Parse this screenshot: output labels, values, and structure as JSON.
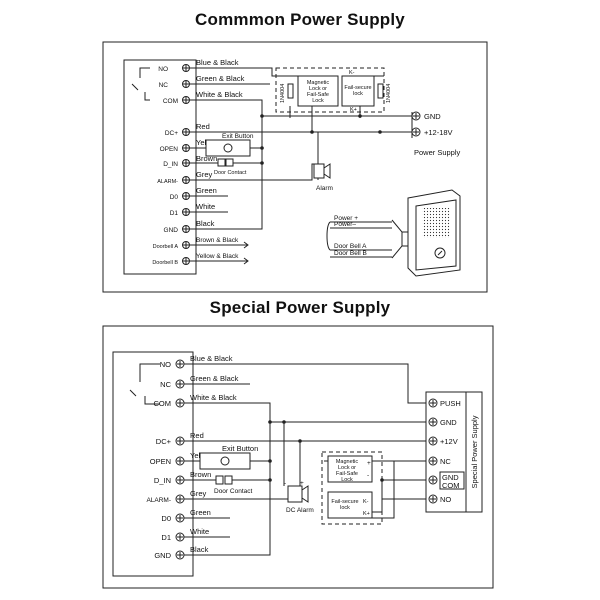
{
  "titles": {
    "common": "Commmon Power Supply",
    "special": "Special Power Supply"
  },
  "terminals": {
    "no": "NO",
    "nc": "NC",
    "com": "COM",
    "dc": "DC+",
    "open": "OPEN",
    "d_in": "D_IN",
    "alarm": "ALARM-",
    "d0": "D0",
    "d1": "D1",
    "gnd": "GND",
    "doorbell_a": "Doorbell A",
    "doorbell_b": "Doorbell B"
  },
  "wires": {
    "blue_black": "Blue & Black",
    "green_black": "Green & Black",
    "white_black": "White & Black",
    "red": "Red",
    "yellow": "Yellow",
    "brown": "Brown",
    "grey": "Grey",
    "green": "Green",
    "white": "White",
    "black": "Black",
    "brown_black": "Brown & Black",
    "yellow_black": "Yellow & Black"
  },
  "components": {
    "exit_button": "Exit Button",
    "door_contact": "Door Contact",
    "alarm": "Alarm",
    "dc_alarm": "DC Alarm",
    "lock_mag_1": "Magnetic",
    "lock_mag_2": "Lock or",
    "lock_mag_3": "Fail-Safe",
    "lock_mag_4": "Lock",
    "lock_fs_1": "Fail-secure",
    "lock_fs_2": "lock",
    "diode": "1N4004",
    "k_minus": "K-",
    "k_plus": "K+",
    "plus": "+",
    "minus": "-"
  },
  "supply": {
    "gnd": "GND",
    "v12_18": "+12-18V",
    "label": "Power Supply",
    "push": "PUSH",
    "gnd2": "GND",
    "v12": "+12V",
    "nc": "NC",
    "gnd_com_1": "GND",
    "gnd_com_2": "COM",
    "no": "NO",
    "special_label": "Special Power Supply"
  },
  "doorbell": {
    "power_plus": "Power +",
    "power_minus": "Power–",
    "bell_a": "Door Bell  A",
    "bell_b": "Door Bell  B"
  }
}
